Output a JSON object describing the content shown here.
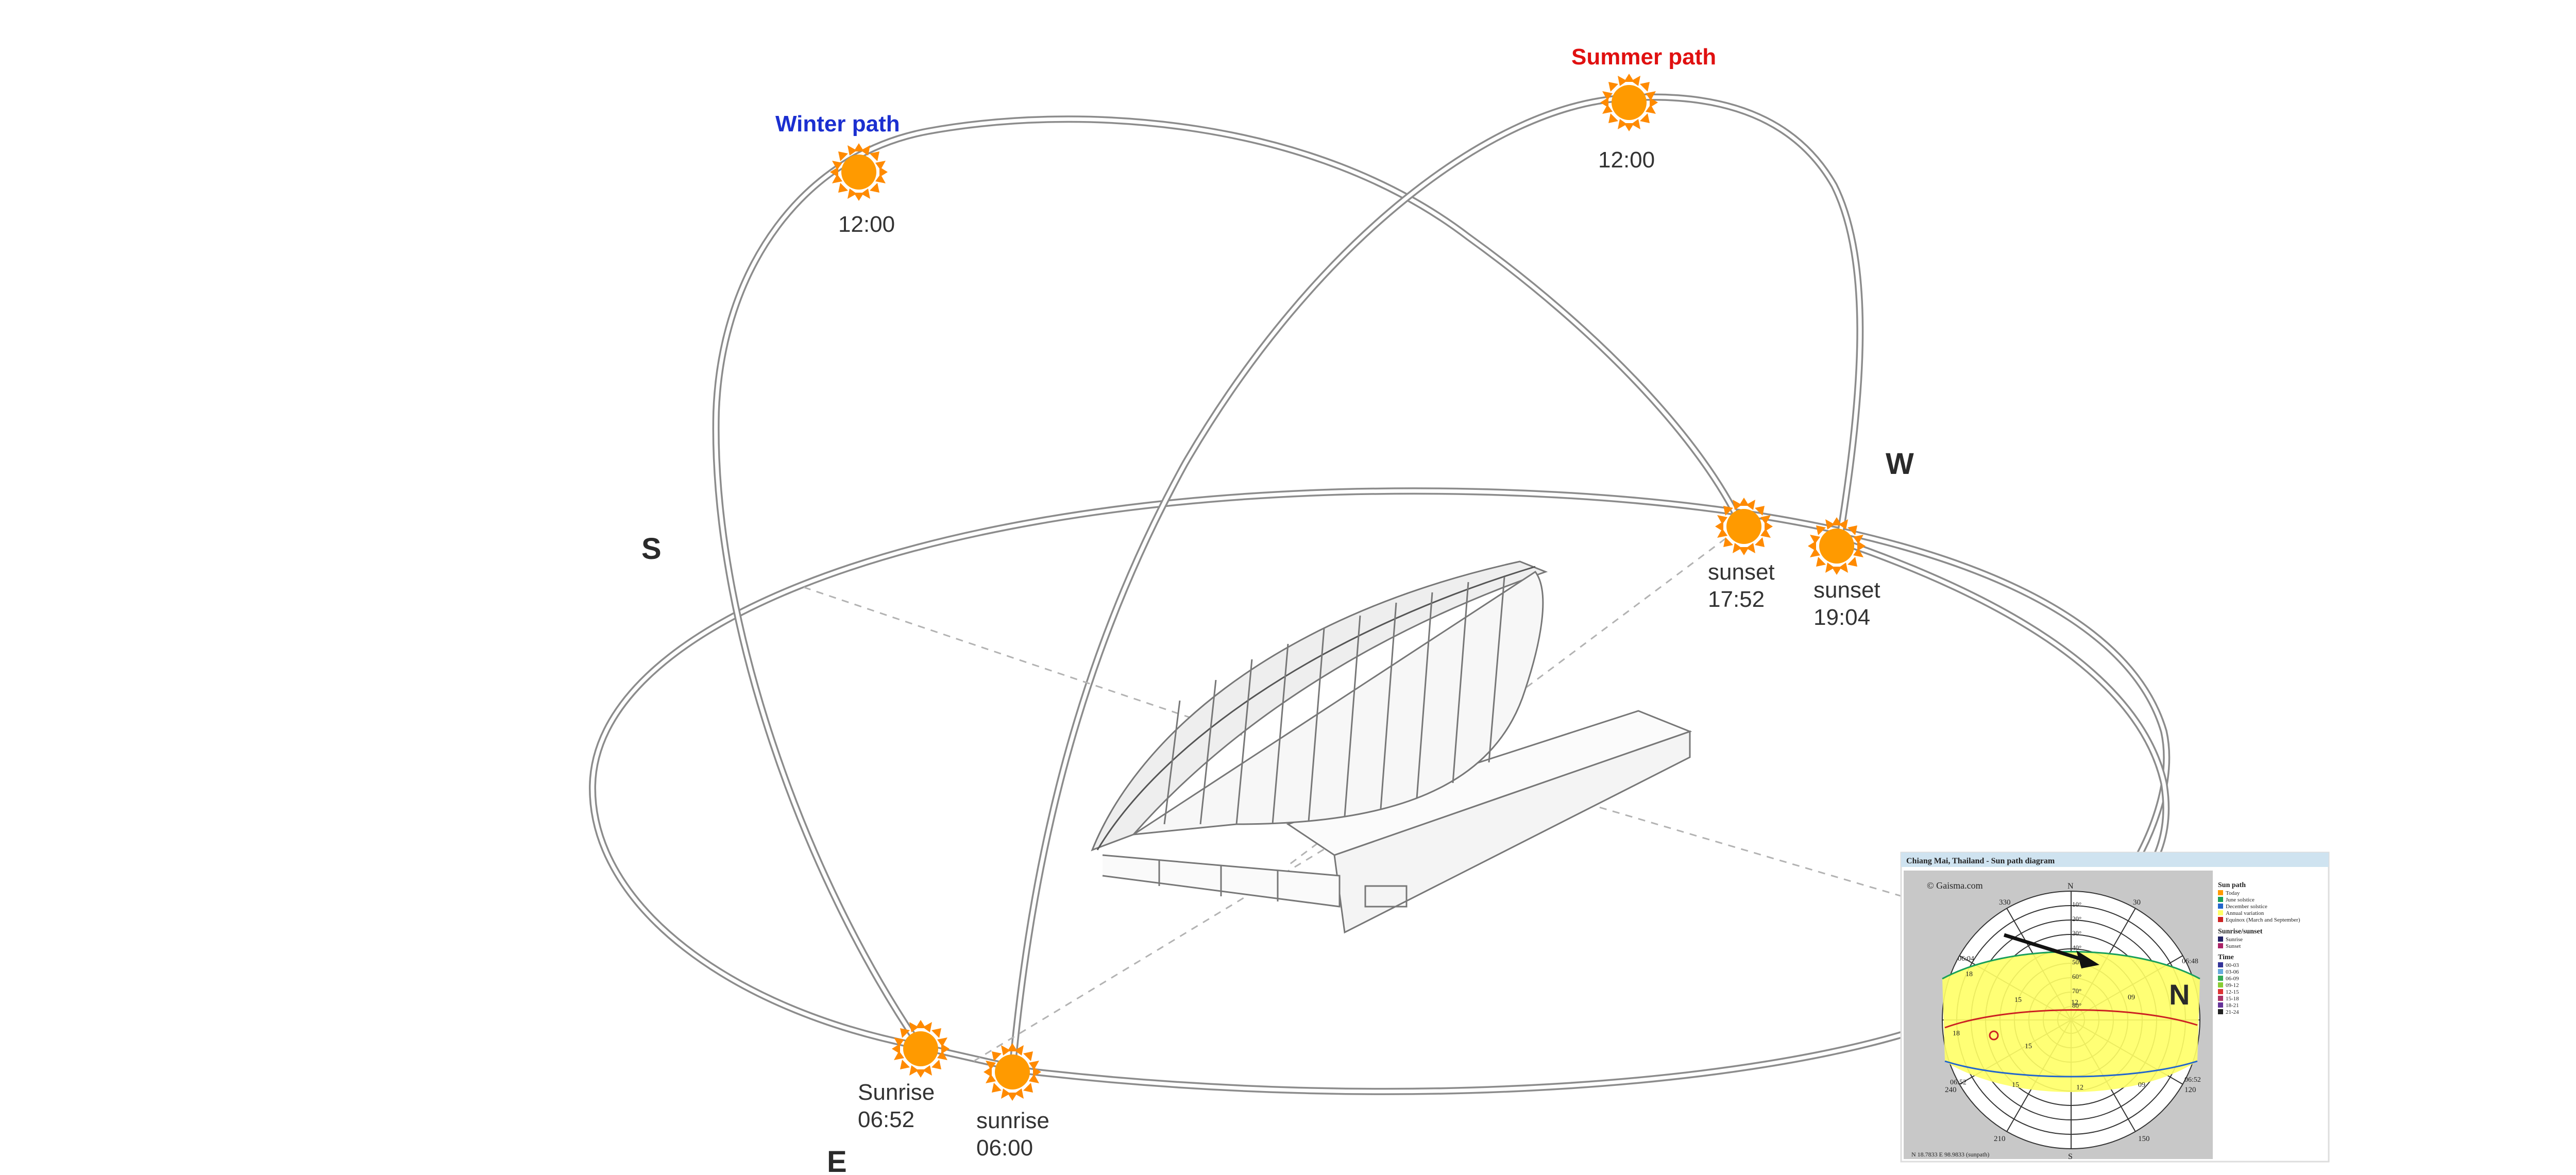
{
  "labels": {
    "winter_path": "Winter path",
    "summer_path": "Summer path",
    "winter_noon": "12:00",
    "summer_noon": "12:00",
    "sunset_winter_word": "sunset",
    "sunset_winter_time": "17:52",
    "sunset_summer_word": "sunset",
    "sunset_summer_time": "19:04",
    "sunrise_winter_word": "Sunrise",
    "sunrise_winter_time": "06:52",
    "sunrise_summer_word": "sunrise",
    "sunrise_summer_time": "06:00"
  },
  "compass": {
    "south": "S",
    "west": "W",
    "east": "E",
    "north": "N"
  },
  "colors": {
    "winter_label": "#1b2fd0",
    "summer_label": "#e01010",
    "sun": "#ff9a00",
    "sun_ray": "#ff8a00",
    "path_stroke": "#8c8c8c",
    "inset_background": "#c8c8c8",
    "inset_band": "#ffff66"
  },
  "inset": {
    "header": "Chiang Mai, Thailand - Sun path diagram",
    "copyright": "© Gaisma.com",
    "n_label": "N",
    "s_label": "S",
    "bearing_labels": [
      "330",
      "30",
      "240",
      "120",
      "210",
      "150"
    ],
    "altitude_labels": [
      "10°",
      "20°",
      "30°",
      "40°",
      "50°",
      "60°",
      "70°",
      "80°"
    ],
    "legend_sun_path": "Sun path",
    "legend_sun_items": [
      "Today",
      "June solstice",
      "December solstice",
      "Annual variation",
      "Equinox (March and September)"
    ],
    "legend_sunrise": "Sunrise/sunset",
    "legend_sunrise_items": [
      "Sunrise",
      "Sunset"
    ],
    "legend_time": "Time",
    "legend_time_items": [
      "00-03",
      "03-06",
      "06-09",
      "09-12",
      "12-15",
      "15-18",
      "18-21",
      "21-24"
    ],
    "time_marks": [
      "06:04",
      "18",
      "15",
      "12",
      "09",
      "06:48",
      "06:52",
      "15",
      "12",
      "09",
      "06:52",
      "18",
      "15"
    ],
    "footer": "N 18.7833 E 98.9833 (sunpath)"
  }
}
